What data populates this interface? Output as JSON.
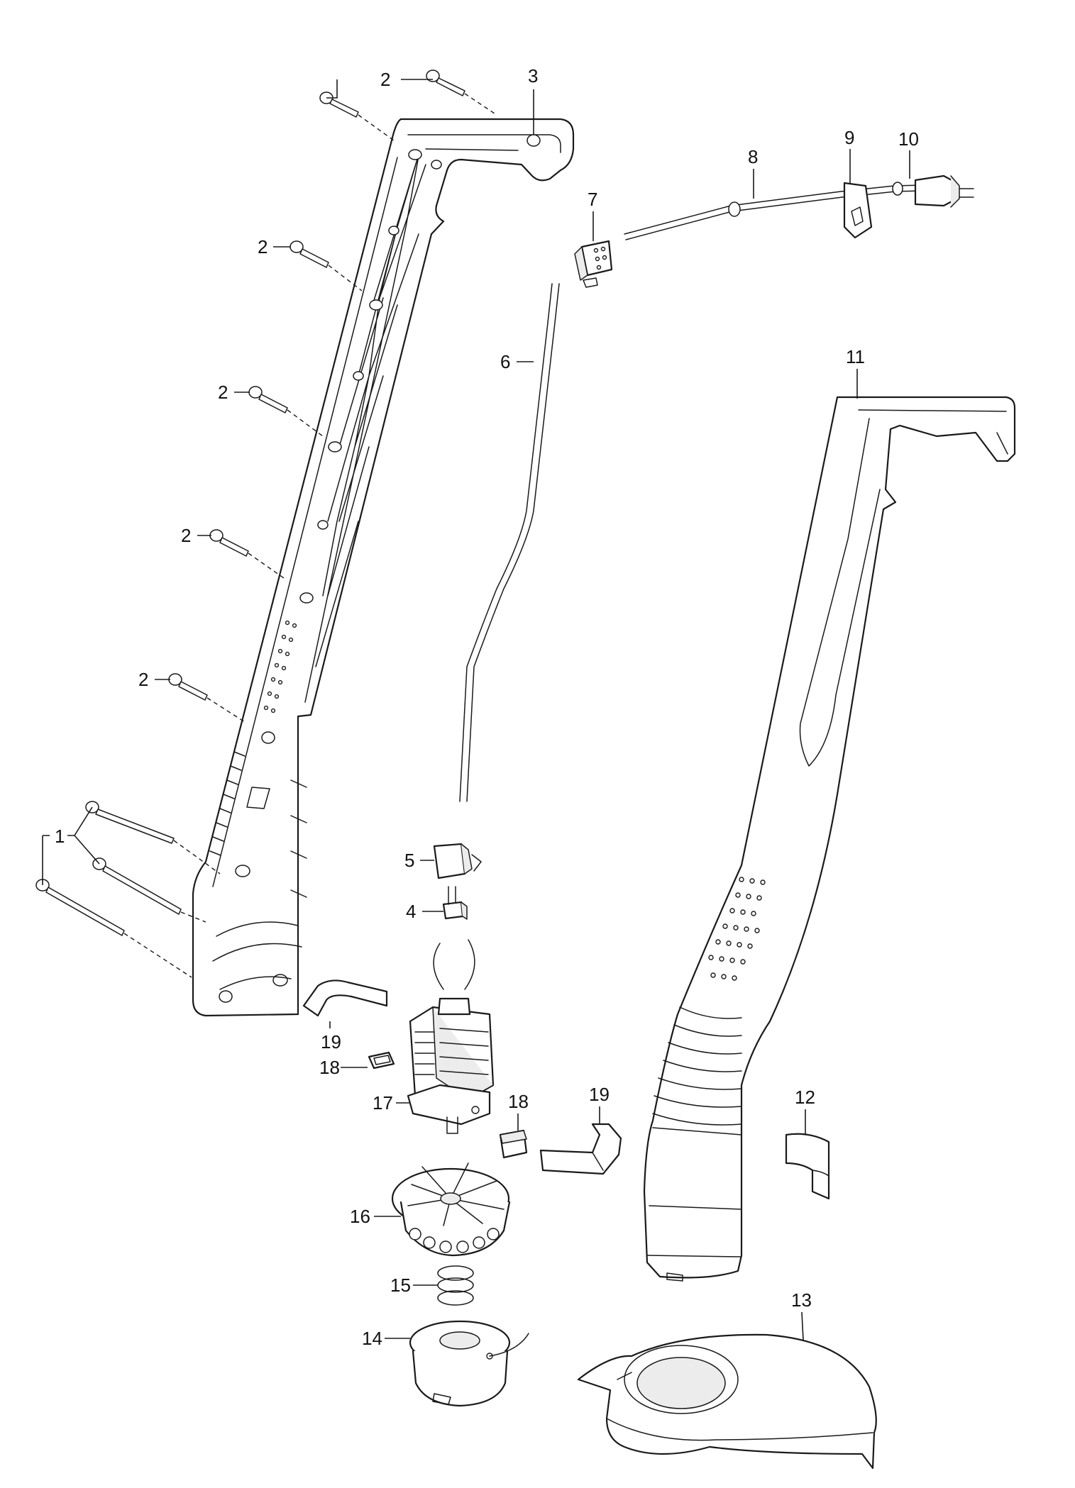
{
  "callouts": {
    "c1": "1",
    "c2": "2",
    "c3": "3",
    "c4": "4",
    "c5": "5",
    "c6": "6",
    "c7": "7",
    "c8": "8",
    "c9": "9",
    "c10": "10",
    "c11": "11",
    "c12": "12",
    "c13": "13",
    "c14": "14",
    "c15": "15",
    "c16": "16",
    "c17": "17",
    "c18": "18",
    "c19": "19"
  },
  "colors": {
    "stroke": "#1a1a1a",
    "background": "#ffffff"
  }
}
